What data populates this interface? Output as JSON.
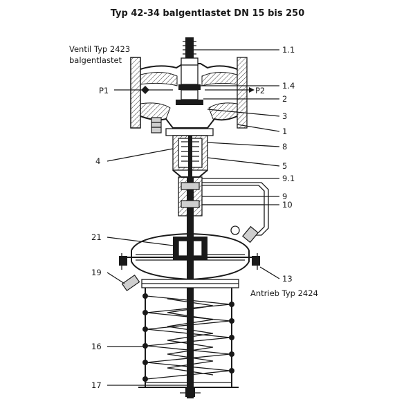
{
  "title": "Typ 42-34 balgentlastet DN 15 bis 250",
  "valve_label_line1": "Ventil Typ 2423",
  "valve_label_line2": "balgentlastet",
  "actuator_label": "Antrieb Typ 2424",
  "pressure_inlet": "P1",
  "pressure_outlet": "P2",
  "callouts_right": [
    "1.1",
    "1.4",
    "2",
    "3",
    "1",
    "8",
    "5",
    "9.1",
    "9",
    "10",
    "13"
  ],
  "callouts_left": [
    "4",
    "21",
    "19",
    "16",
    "17"
  ]
}
